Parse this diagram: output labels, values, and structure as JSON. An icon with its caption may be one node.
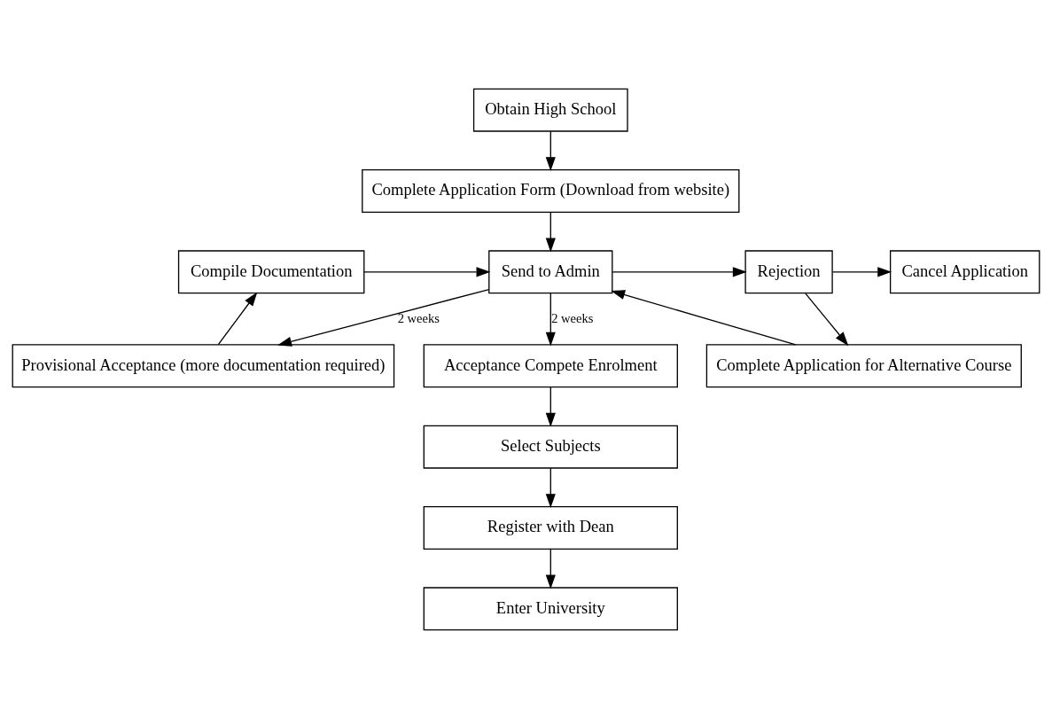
{
  "diagram": {
    "nodes": [
      {
        "text": [
          "Obtain High School"
        ]
      },
      {
        "text": [
          "Complete Application Form (Download from website)"
        ]
      },
      {
        "text": [
          "Complete Application for Alternative Course"
        ]
      },
      {
        "text": [
          "Compile Documentation"
        ]
      },
      {
        "text": [
          "Send to Admin"
        ]
      },
      {
        "text": [
          "Rejection"
        ]
      },
      {
        "text": [
          "Cancel Application"
        ]
      },
      {
        "text": [
          "Provisional Acceptance (more documentation required)"
        ]
      },
      {
        "text": [
          "Acceptance Compete Enrolment"
        ]
      },
      {
        "text": [
          "Select Subjects"
        ]
      },
      {
        "text": [
          "Register with Dean"
        ]
      },
      {
        "text": [
          "Enter University"
        ]
      }
    ],
    "edges": [
      {
        "from": 0,
        "to": 1,
        "arrow": "to"
      },
      {
        "from": 1,
        "to": 4,
        "arrow": "to"
      },
      {
        "from": 2,
        "to": 4,
        "arrow": "to"
      },
      {
        "from": 5,
        "to": 2,
        "arrow": "to"
      },
      {
        "from": 3,
        "to": 4,
        "arrow": "to"
      },
      {
        "from": 4,
        "to": 5,
        "arrow": "to"
      },
      {
        "from": 5,
        "to": 6,
        "arrow": "to"
      },
      {
        "from": 4,
        "to": 7,
        "arrow": "to",
        "label": "2 weeks"
      },
      {
        "from": 7,
        "to": 3,
        "arrow": "to"
      },
      {
        "from": 4,
        "to": 8,
        "arrow": "to",
        "label": "2 weeks"
      },
      {
        "from": 8,
        "to": 9,
        "arrow": "to"
      },
      {
        "from": 9,
        "to": 10,
        "arrow": "to"
      },
      {
        "from": 10,
        "to": 11,
        "arrow": "to"
      }
    ]
  }
}
